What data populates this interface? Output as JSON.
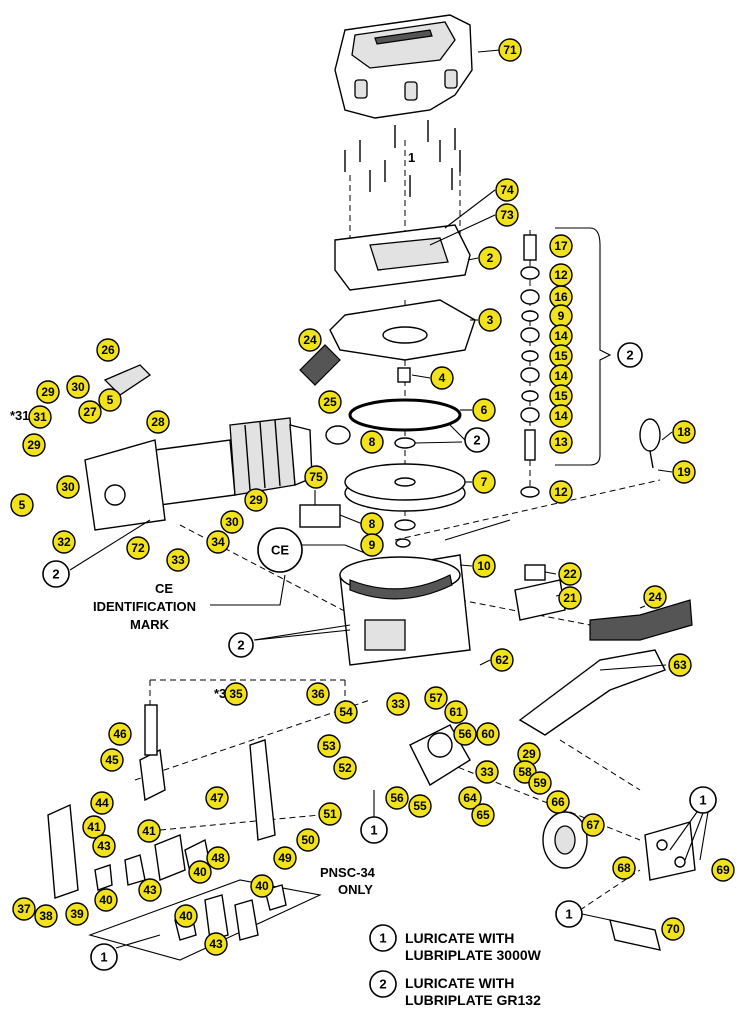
{
  "callouts": [
    "71",
    "74",
    "73",
    "2",
    "17",
    "12",
    "16",
    "9",
    "14",
    "15",
    "14",
    "15",
    "14",
    "3",
    "2",
    "24",
    "4",
    "13",
    "18",
    "6",
    "2",
    "26",
    "25",
    "8",
    "19",
    "7",
    "12",
    "29",
    "30",
    "31",
    "27",
    "5",
    "28",
    "29",
    "30",
    "5",
    "29",
    "30",
    "32",
    "72",
    "33",
    "34",
    "75",
    "8",
    "9",
    "10",
    "22",
    "21",
    "24",
    "2",
    "62",
    "63",
    "35",
    "36",
    "33",
    "57",
    "61",
    "54",
    "56",
    "60",
    "53",
    "29",
    "46",
    "52",
    "33",
    "58",
    "59",
    "45",
    "47",
    "56",
    "55",
    "64",
    "65",
    "66",
    "44",
    "51",
    "67",
    "41",
    "41",
    "43",
    "50",
    "49",
    "48",
    "40",
    "43",
    "40",
    "39",
    "38",
    "37",
    "40",
    "40",
    "43",
    "68",
    "69",
    "70",
    "2",
    "2",
    "2",
    "2",
    "1",
    "1",
    "1",
    "1",
    "1",
    "1"
  ],
  "labels": {
    "ce_symbol": "CE",
    "ce_id_line1": "CE",
    "ce_id_line2": "IDENTIFICATION",
    "ce_id_line3": "MARK",
    "pnsc_line1": "PNSC-34",
    "pnsc_line2": "ONLY",
    "asterisk_31": "*31",
    "asterisk_35": "*35",
    "group_1": "1"
  },
  "legend": {
    "note1_num": "1",
    "note1_line1": "LURICATE WITH",
    "note1_line2": "LUBRIPLATE 3000W",
    "note2_num": "2",
    "note2_line1": "LURICATE WITH",
    "note2_line2": "LUBRIPLATE GR132"
  }
}
